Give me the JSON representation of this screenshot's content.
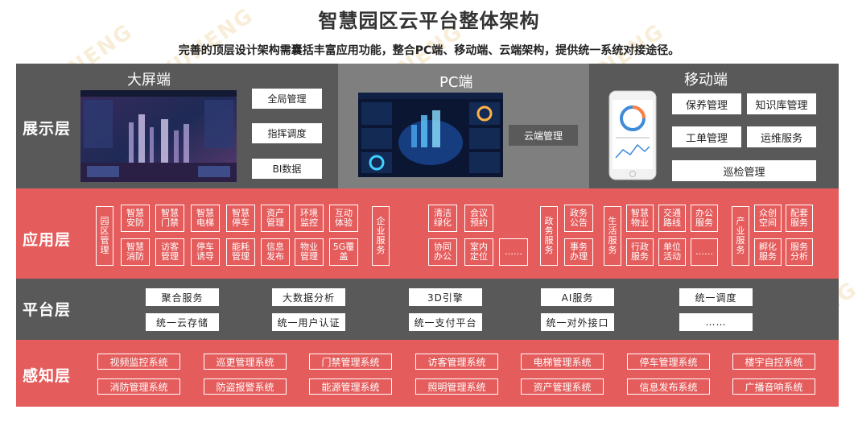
{
  "title": "智慧园区云平台整体架构",
  "subtitle": "完善的顶层设计架构需囊括丰富应用功能，整合PC端、移动端、云端架构，提供统一系统对接途径。",
  "watermark": "YUNENG",
  "display_layer": {
    "label": "展示层",
    "big_screen": {
      "title": "大屏端",
      "items": [
        "全局管理",
        "指挥调度",
        "BI数据"
      ]
    },
    "pc": {
      "title": "PC端",
      "items": [
        "云端管理"
      ]
    },
    "mobile": {
      "title": "移动端",
      "items": [
        "保养管理",
        "知识库管理",
        "工单管理",
        "运维服务",
        "巡检管理"
      ]
    }
  },
  "app_layer": {
    "label": "应用层",
    "boxes": [
      "园区管理",
      "智慧安防",
      "智慧消防",
      "智慧门禁",
      "访客管理",
      "智慧电梯",
      "停车诱导",
      "智慧停车",
      "能耗管理",
      "资产管理",
      "信息发布",
      "环境监控",
      "物业管理",
      "互动体验",
      "5G覆盖",
      "企业服务",
      "清洁绿化",
      "会议预约",
      "协同办公",
      "室内定位",
      "……",
      "政务服务",
      "政务公告",
      "事务办理",
      "生活服务",
      "智慧物业",
      "行政服务",
      "交通路线",
      "单位活动",
      "办公服务",
      "……",
      "产业服务",
      "众创空间",
      "孵化服务",
      "配套服务",
      "服务分析"
    ]
  },
  "platform_layer": {
    "label": "平台层",
    "row1": [
      "聚合服务",
      "大数据分析",
      "3D引擎",
      "AI服务",
      "统一调度"
    ],
    "row2": [
      "统一云存储",
      "统一用户认证",
      "统一支付平台",
      "统一对外接口",
      "……"
    ]
  },
  "perception_layer": {
    "label": "感知层",
    "row1": [
      "视频监控系统",
      "巡更管理系统",
      "门禁管理系统",
      "访客管理系统",
      "电梯管理系统",
      "停车管理系统",
      "楼宇自控系统"
    ],
    "row2": [
      "消防管理系统",
      "防盗报警系统",
      "能源管理系统",
      "照明管理系统",
      "资产管理系统",
      "信息发布系统",
      "广播音响系统"
    ]
  },
  "colors": {
    "gray": "#595959",
    "red": "#e55c5c",
    "pc_panel": "#7f7f7f"
  }
}
